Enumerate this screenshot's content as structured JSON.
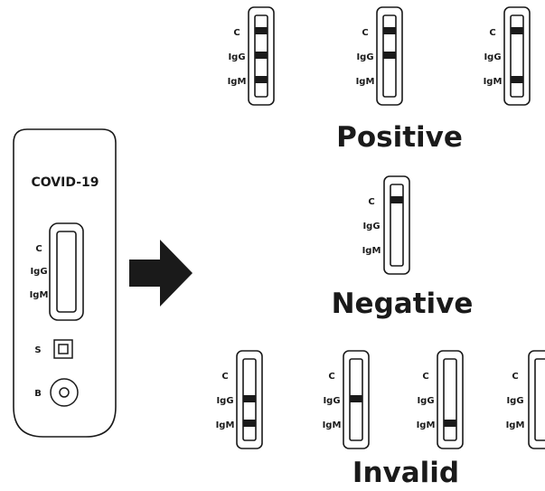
{
  "device": {
    "brand": "COVID-19",
    "window_labels": [
      "C",
      "IgG",
      "IgM"
    ],
    "sample_well_label": "S",
    "buffer_well_label": "B"
  },
  "groups": {
    "positive": {
      "caption": "Positive",
      "strips": [
        {
          "labels": [
            "C",
            "IgG",
            "IgM"
          ],
          "bands": [
            "C",
            "IgG",
            "IgM"
          ]
        },
        {
          "labels": [
            "C",
            "IgG",
            "IgM"
          ],
          "bands": [
            "C",
            "IgG"
          ]
        },
        {
          "labels": [
            "C",
            "IgG",
            "IgM"
          ],
          "bands": [
            "C",
            "IgM"
          ]
        }
      ]
    },
    "negative": {
      "caption": "Negative",
      "strips": [
        {
          "labels": [
            "C",
            "IgG",
            "IgM"
          ],
          "bands": [
            "C"
          ]
        }
      ]
    },
    "invalid": {
      "caption": "Invalid",
      "strips": [
        {
          "labels": [
            "C",
            "IgG",
            "IgM"
          ],
          "bands": [
            "IgG",
            "IgM"
          ]
        },
        {
          "labels": [
            "C",
            "IgG",
            "IgM"
          ],
          "bands": [
            "IgG"
          ]
        },
        {
          "labels": [
            "C",
            "IgG",
            "IgM"
          ],
          "bands": [
            "IgM"
          ]
        },
        {
          "labels": [
            "C",
            "IgG",
            "IgM"
          ],
          "bands": []
        }
      ]
    }
  },
  "colors": {
    "ink": "#1a1a1a",
    "background": "#ffffff"
  },
  "icons": {
    "arrow": "right-arrow-icon"
  }
}
